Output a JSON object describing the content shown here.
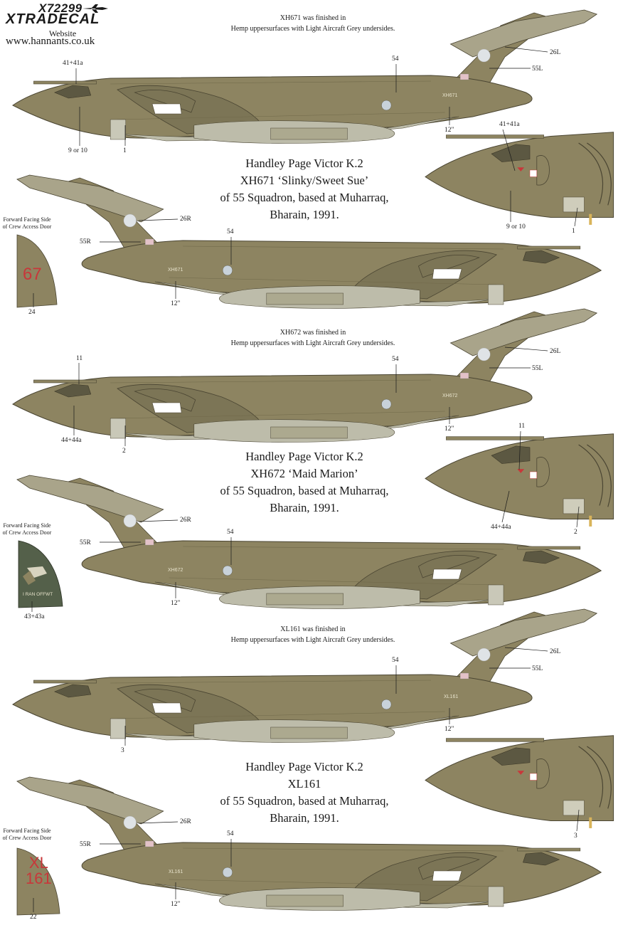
{
  "header": {
    "product_code": "X72299",
    "brand": "XTRADECAL",
    "website_label": "Website",
    "website_url": "www.hannants.co.uk"
  },
  "colors": {
    "hemp": "#8d8461",
    "hemp_dark": "#6f6849",
    "light_aircraft_grey": "#bdbcaa",
    "roundel_red": "#c8373a",
    "background": "#ffffff"
  },
  "sections": [
    {
      "finish_note_line1": "XH671 was finished in",
      "finish_note_line2": "Hemp uppersurfaces with Light Aircraft Grey undersides.",
      "title_line1": "Handley Page Victor K.2",
      "title_line2": "XH671 ‘Slinky/Sweet Sue’",
      "title_line3": "of 55 Squadron, based at Muharraq,",
      "title_line4": "Bharain, 1991.",
      "serial_marking": "XH671",
      "top_callouts": {
        "nose": "41+41a",
        "fin_roundel": "26L",
        "fin_flash": "55L",
        "intake": "54",
        "tail": "12\"",
        "fwd": "9 or 10",
        "bay": "1"
      },
      "nose_callouts": {
        "top": "41+41a",
        "bottom": "9 or 10",
        "bay": "1"
      },
      "bottom_callouts": {
        "fin_roundel": "26R",
        "fin_flash": "55R",
        "intake": "54",
        "tail": "12\""
      },
      "door_caption_line1": "Forward Facing Side",
      "door_caption_line2": "of Crew Access Door",
      "door_text": "67",
      "door_number": "24"
    },
    {
      "finish_note_line1": "XH672 was finished in",
      "finish_note_line2": "Hemp uppersurfaces with Light Aircraft Grey undersides.",
      "title_line1": "Handley Page Victor K.2",
      "title_line2": "XH672 ‘Maid Marion’",
      "title_line3": "of 55 Squadron, based at Muharraq,",
      "title_line4": "Bharain, 1991.",
      "serial_marking": "XH672",
      "top_callouts": {
        "nose": "11",
        "fin_roundel": "26L",
        "fin_flash": "55L",
        "intake": "54",
        "tail": "12\"",
        "fwd": "44+44a",
        "bay": "2"
      },
      "nose_callouts": {
        "top": "11",
        "bottom": "44+44a",
        "bay": "2"
      },
      "bottom_callouts": {
        "fin_roundel": "26R",
        "fin_flash": "55R",
        "intake": "54",
        "tail": "12\""
      },
      "door_caption_line1": "Forward Facing Side",
      "door_caption_line2": "of Crew Access Door",
      "door_text": "I RAN OFFWT",
      "door_number": "43+43a"
    },
    {
      "finish_note_line1": "XL161 was finished in",
      "finish_note_line2": "Hemp uppersurfaces with Light Aircraft Grey undersides.",
      "title_line1": "Handley Page Victor K.2",
      "title_line2": "XL161",
      "title_line3": "of 55 Squadron, based at Muharraq,",
      "title_line4": "Bharain, 1991.",
      "serial_marking": "XL161",
      "top_callouts": {
        "fin_roundel": "26L",
        "fin_flash": "55L",
        "intake": "54",
        "tail": "12\"",
        "bay": "3"
      },
      "nose_callouts": {
        "bay": "3"
      },
      "bottom_callouts": {
        "fin_roundel": "26R",
        "fin_flash": "55R",
        "intake": "54",
        "tail": "12\""
      },
      "door_caption_line1": "Forward Facing Side",
      "door_caption_line2": "of Crew Access Door",
      "door_text_line1": "XL",
      "door_text_line2": "161",
      "door_number": "22"
    }
  ]
}
